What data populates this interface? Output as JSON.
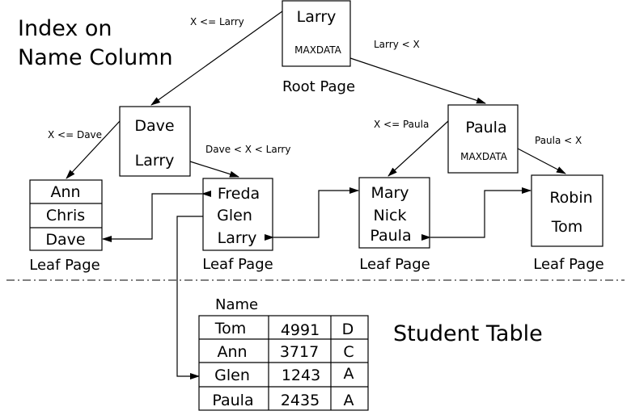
{
  "title_lines": [
    "Index on",
    "Name Column"
  ],
  "root": {
    "entries": [
      "Larry",
      "MAXDATA"
    ],
    "caption": "Root Page"
  },
  "dave_node": {
    "entries": [
      "Dave",
      "Larry"
    ]
  },
  "paula_node": {
    "entries": [
      "Paula",
      "MAXDATA"
    ]
  },
  "leaves": [
    {
      "entries": [
        "Ann",
        "Chris",
        "Dave"
      ],
      "caption": "Leaf Page"
    },
    {
      "entries": [
        "Freda",
        "Glen",
        "Larry"
      ],
      "caption": "Leaf Page"
    },
    {
      "entries": [
        "Mary",
        "Nick",
        "Paula"
      ],
      "caption": "Leaf Page"
    },
    {
      "entries": [
        "Robin",
        "Tom"
      ],
      "caption": "Leaf Page"
    }
  ],
  "edge_labels": {
    "root_left": "X <= Larry",
    "root_right": "Larry < X",
    "dave_left": "X <= Dave",
    "dave_right": "Dave < X < Larry",
    "paula_left": "X <= Paula",
    "paula_right": "Paula < X"
  },
  "table": {
    "header": "Name",
    "title": "Student Table",
    "rows": [
      [
        "Tom",
        "4991",
        "D"
      ],
      [
        "Ann",
        "3717",
        "C"
      ],
      [
        "Glen",
        "1243",
        "A"
      ],
      [
        "Paula",
        "2435",
        "A"
      ]
    ]
  }
}
